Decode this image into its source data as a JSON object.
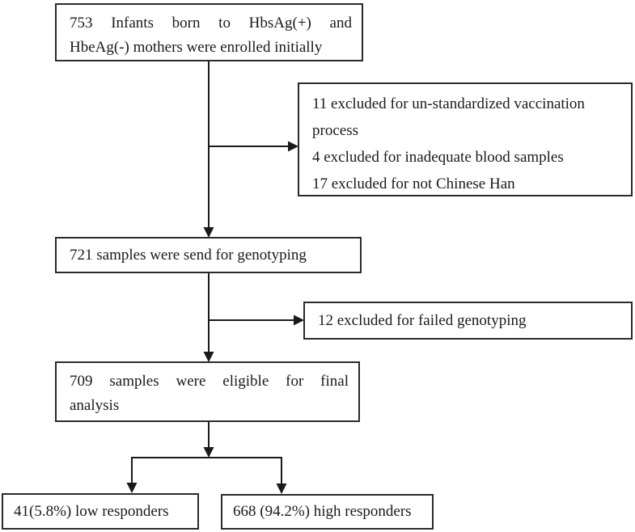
{
  "diagram": {
    "type": "flowchart",
    "title": "",
    "colors": {
      "background": "#ffffff",
      "text": "#1a1a1a",
      "border": "#2b2b2b",
      "arrow": "#1a1a1a"
    },
    "nodes": {
      "enrolled": {
        "lines": [
          "753 Infants born to HbsAg(+) and",
          "HbeAg(-) mothers were enrolled initially"
        ]
      },
      "excluded_initial": {
        "items": [
          "11 excluded for un-standardized vaccination process",
          "4 excluded for inadequate blood samples",
          "17 excluded for not Chinese Han"
        ]
      },
      "genotyping": {
        "text": "721 samples were send for genotyping"
      },
      "excluded_genotyping": {
        "text": "12 excluded for failed genotyping"
      },
      "eligible": {
        "lines": [
          "709 samples were eligible for final",
          "analysis"
        ]
      },
      "low_responders": {
        "text": "41(5.8%) low responders"
      },
      "high_responders": {
        "text": "668 (94.2%) high responders"
      }
    },
    "edges": [
      {
        "from": "enrolled",
        "to": "genotyping"
      },
      {
        "from": "enrolled",
        "to": "excluded_initial"
      },
      {
        "from": "genotyping",
        "to": "eligible"
      },
      {
        "from": "genotyping",
        "to": "excluded_genotyping"
      },
      {
        "from": "eligible",
        "to": "low_responders"
      },
      {
        "from": "eligible",
        "to": "high_responders"
      }
    ]
  }
}
